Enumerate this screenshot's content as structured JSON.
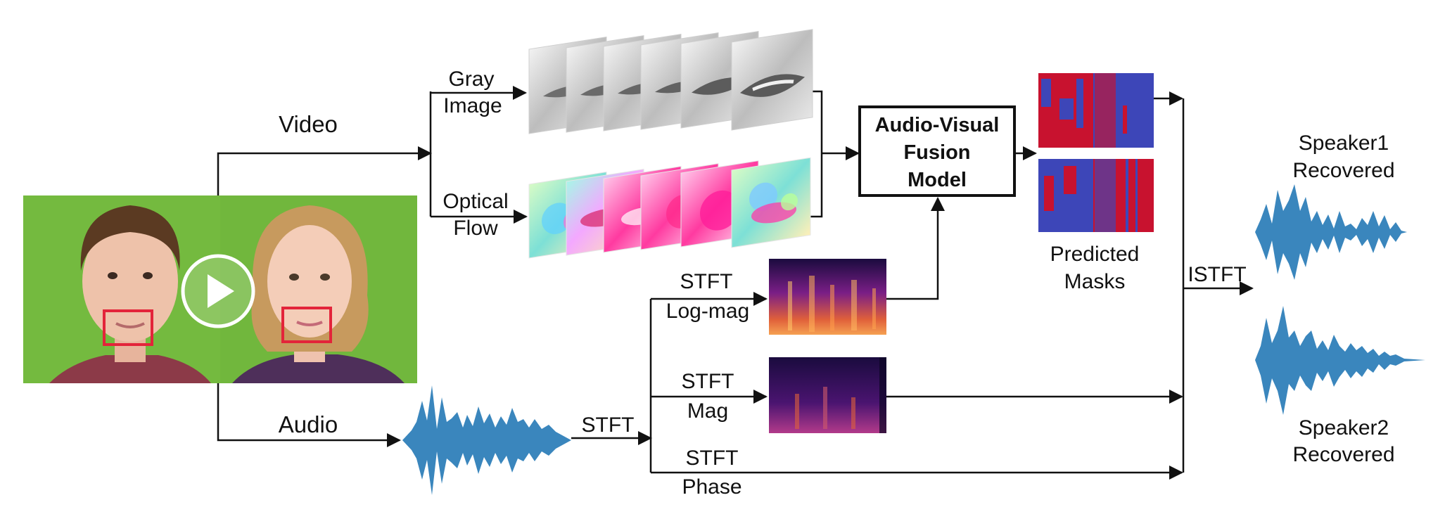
{
  "labels": {
    "video": "Video",
    "audio": "Audio",
    "gray_image": [
      "Gray",
      "Image"
    ],
    "optical_flow": [
      "Optical",
      "Flow"
    ],
    "fusion_model": [
      "Audio-Visual",
      "Fusion",
      "Model"
    ],
    "predicted_masks": [
      "Predicted",
      "Masks"
    ],
    "stft": "STFT",
    "stft_logmag": [
      "STFT",
      "Log-mag"
    ],
    "stft_mag": [
      "STFT",
      "Mag"
    ],
    "stft_phase": [
      "STFT",
      "Phase"
    ],
    "istft": "ISTFT",
    "speaker1": [
      "Speaker1",
      "Recovered"
    ],
    "speaker2": [
      "Speaker2",
      "Recovered"
    ]
  },
  "colors": {
    "line": "#111111",
    "waveform": "#3a86bd",
    "green_screen": "#74ba3f",
    "mouth_box": "#e3243a",
    "mask_red": "#c8122f",
    "mask_blue": "#3d46b8",
    "spec_dark": "#1a0b3e",
    "spec_mid": "#7a1e86",
    "spec_hot": "#f5a152"
  },
  "icons": {
    "play": "play-icon"
  }
}
